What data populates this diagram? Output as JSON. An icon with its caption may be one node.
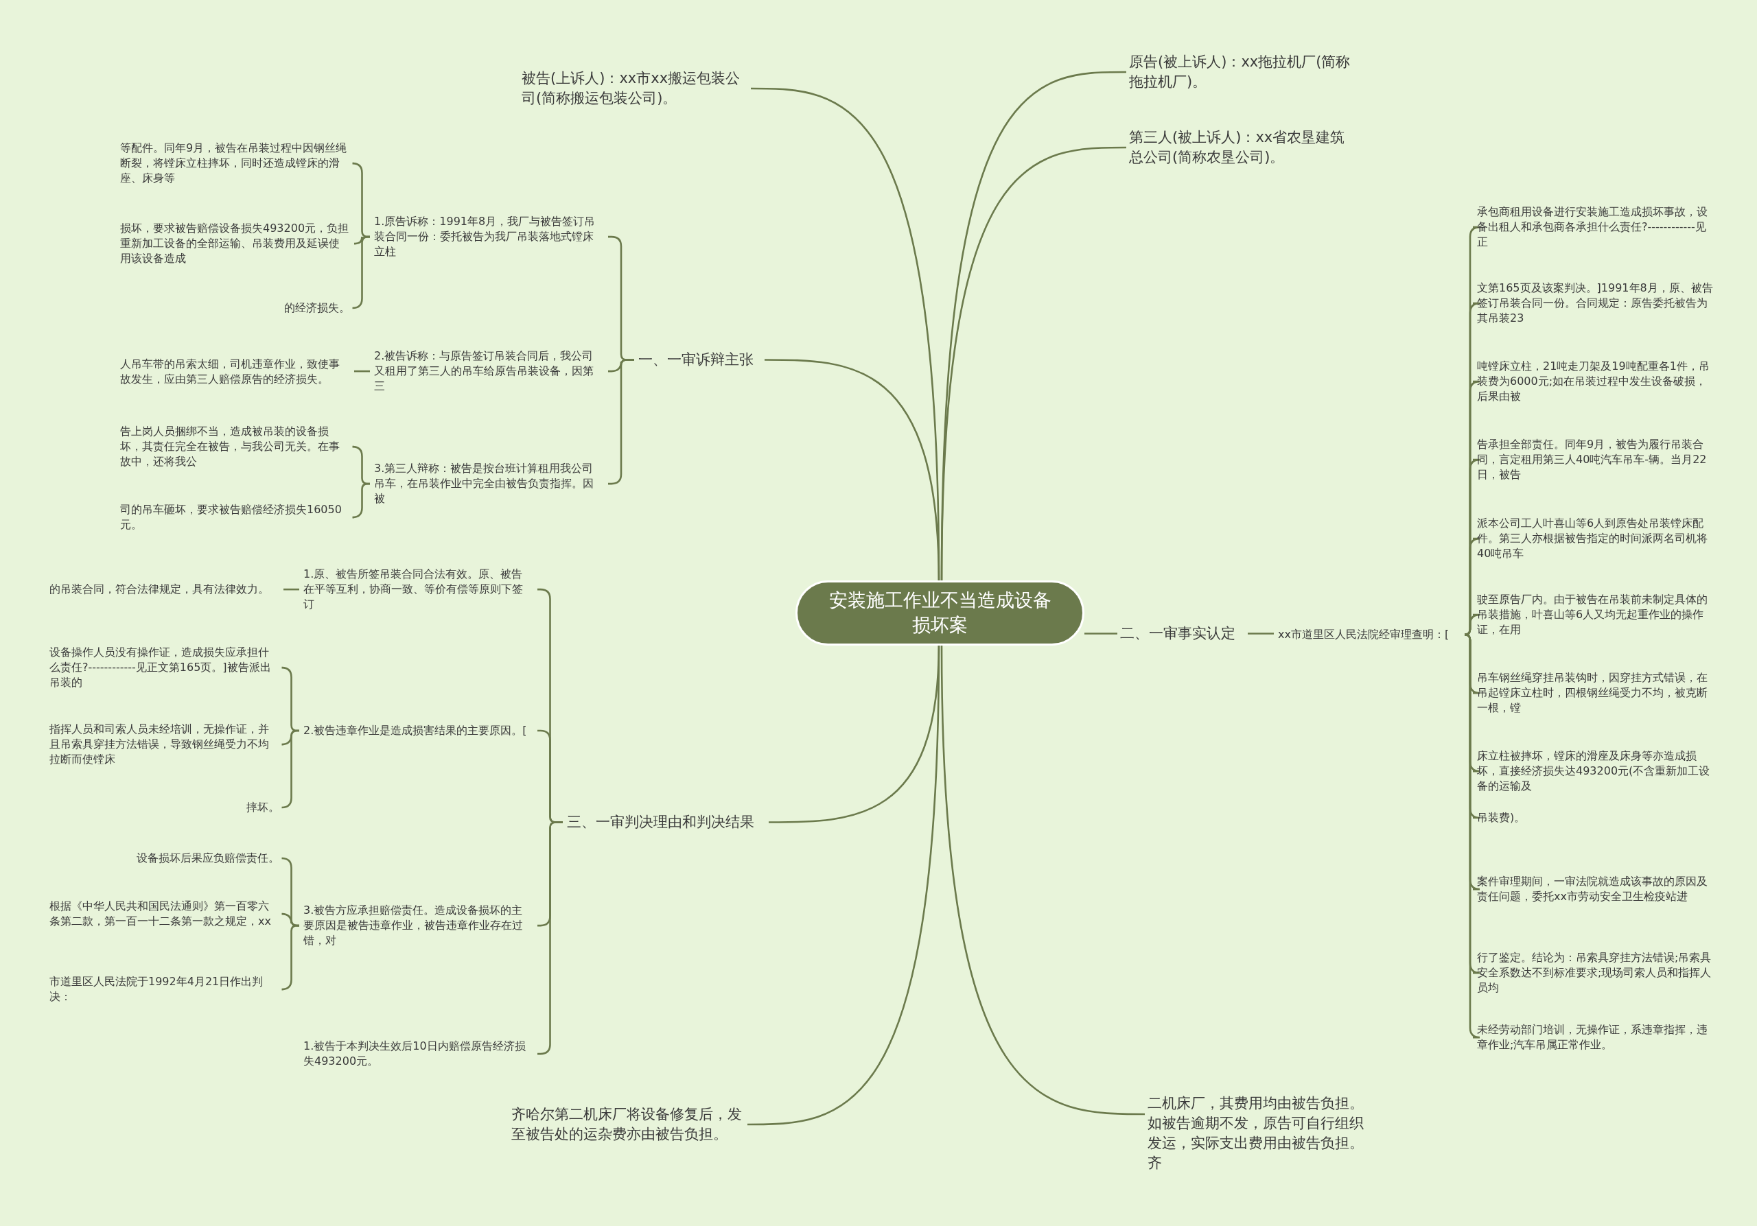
{
  "diagram": {
    "nodes": [
      {
        "text": [
          "安装施工作业不当造成设备损坏案"
        ]
      },
      {
        "text": [
          "被告(上诉人)：xx市xx搬运包装公司(简称搬运包装公司)。"
        ]
      },
      {
        "text": [
          "一、一审诉辩主张"
        ]
      },
      {
        "text": [
          "1.原告诉称：1991年8月，我厂与被告签订吊装合同一份：委托被告为我厂吊装落地式镗床立柱"
        ]
      },
      {
        "text": [
          "等配件。同年9月，被告在吊装过程中因钢丝绳断裂，将镗床立柱摔坏，同时还造成镗床的滑座、床身等"
        ]
      },
      {
        "text": [
          "损坏，要求被告赔偿设备损失493200元，负担重新加工设备的全部运输、吊装费用及延误使用该设备造成"
        ]
      },
      {
        "text": [
          "的经济损失。"
        ]
      },
      {
        "text": [
          "2.被告诉称：与原告签订吊装合同后，我公司又租用了第三人的吊车给原告吊装设备，因第三"
        ]
      },
      {
        "text": [
          "人吊车带的吊索太细，司机违章作业，致使事故发生，应由第三人赔偿原告的经济损失。"
        ]
      },
      {
        "text": [
          "3.第三人辩称：被告是按台班计算租用我公司吊车，在吊装作业中完全由被告负责指挥。因被"
        ]
      },
      {
        "text": [
          "告上岗人员捆绑不当，造成被吊装的设备损坏，其责任完全在被告，与我公司无关。在事故中，还将我公"
        ]
      },
      {
        "text": [
          "司的吊车砸坏，要求被告赔偿经济损失16050元。"
        ]
      },
      {
        "text": [
          "三、一审判决理由和判决结果"
        ]
      },
      {
        "text": [
          "1.原、被告所签吊装合同合法有效。原、被告在平等互利，协商一致、等价有偿等原则下签订"
        ]
      },
      {
        "text": [
          "的吊装合同，符合法律规定，具有法律效力。"
        ]
      },
      {
        "text": [
          "2.被告违章作业是造成损害结果的主要原因。["
        ]
      },
      {
        "text": [
          "设备操作人员没有操作证，造成损失应承担什么责任?------------见正文第165页。]被告派出吊装的"
        ]
      },
      {
        "text": [
          "指挥人员和司索人员未经培训，无操作证，并且吊索具穿挂方法错误，导致钢丝绳受力不均拉断而使镗床"
        ]
      },
      {
        "text": [
          "摔坏。"
        ]
      },
      {
        "text": [
          "3.被告方应承担赔偿责任。造成设备损坏的主要原因是被告违章作业，被告违章作业存在过错，对"
        ]
      },
      {
        "text": [
          "设备损坏后果应负赔偿责任。"
        ]
      },
      {
        "text": [
          "根据《中华人民共和国民法通则》第一百零六条第二款，第一百一十二条第一款之规定，xx"
        ]
      },
      {
        "text": [
          "市道里区人民法院于1992年4月21日作出判决："
        ]
      },
      {
        "text": [
          "1.被告于本判决生效后10日内赔偿原告经济损失493200元。"
        ]
      },
      {
        "text": [
          "齐哈尔第二机床厂将设备修复后，发至被告处的运杂费亦由被告负担。"
        ]
      },
      {
        "text": [
          "原告(被上诉人)：xx拖拉机厂(简称拖拉机厂)。"
        ]
      },
      {
        "text": [
          "第三人(被上诉人)：xx省农垦建筑总公司(简称农垦公司)。"
        ]
      },
      {
        "text": [
          "二、一审事实认定"
        ]
      },
      {
        "text": [
          "xx市道里区人民法院经审理查明：["
        ]
      },
      {
        "text": [
          "承包商租用设备进行安装施工造成损坏事故，设备出租人和承包商各承担什么责任?------------见正"
        ]
      },
      {
        "text": [
          "文第165页及该案判决。]1991年8月，原、被告签订吊装合同一份。合同规定：原告委托被告为其吊装23"
        ]
      },
      {
        "text": [
          "吨镗床立柱，21吨走刀架及19吨配重各1件，吊装费为6000元;如在吊装过程中发生设备破损，后果由被"
        ]
      },
      {
        "text": [
          "告承担全部责任。同年9月，被告为履行吊装合同，言定租用第三人40吨汽车吊车-辆。当月22日，被告"
        ]
      },
      {
        "text": [
          "派本公司工人叶喜山等6人到原告处吊装镗床配件。第三人亦根据被告指定的时间派两名司机将40吨吊车"
        ]
      },
      {
        "text": [
          "驶至原告厂内。由于被告在吊装前未制定具体的吊装措施，叶喜山等6人又均无起重作业的操作证，在用"
        ]
      },
      {
        "text": [
          "吊车钢丝绳穿挂吊装钩时，因穿挂方式错误，在吊起镗床立柱时，四根钢丝绳受力不均，被克断一根，镗"
        ]
      },
      {
        "text": [
          "床立柱被摔坏，镗床的滑座及床身等亦造成损坏，直接经济损失达493200元(不含重新加工设备的运输及"
        ]
      },
      {
        "text": [
          "吊装费)。"
        ]
      },
      {
        "text": [
          "案件审理期间，一审法院就造成该事故的原因及责任问题，委托xx市劳动安全卫生检疫站进"
        ]
      },
      {
        "text": [
          "行了鉴定。结论为：吊索具穿挂方法错误;吊索具安全系数达不到标准要求;现场司索人员和指挥人员均"
        ]
      },
      {
        "text": [
          "未经劳动部门培训，无操作证，系违章指挥，违章作业;汽车吊属正常作业。"
        ]
      },
      {
        "text": [
          "二机床厂，其费用均由被告负担。如被告逾期不发，原告可自行组织发运，实际支出费用由被告负担。齐"
        ]
      }
    ],
    "edges": [
      {
        "from": 0,
        "to": 1,
        "arrow": "none"
      },
      {
        "from": 0,
        "to": 2,
        "arrow": "none"
      },
      {
        "from": 2,
        "to": 3,
        "arrow": "none"
      },
      {
        "from": 3,
        "to": 4,
        "arrow": "none"
      },
      {
        "from": 3,
        "to": 5,
        "arrow": "none"
      },
      {
        "from": 3,
        "to": 6,
        "arrow": "none"
      },
      {
        "from": 2,
        "to": 7,
        "arrow": "none"
      },
      {
        "from": 7,
        "to": 8,
        "arrow": "none"
      },
      {
        "from": 2,
        "to": 9,
        "arrow": "none"
      },
      {
        "from": 9,
        "to": 10,
        "arrow": "none"
      },
      {
        "from": 9,
        "to": 11,
        "arrow": "none"
      },
      {
        "from": 0,
        "to": 12,
        "arrow": "none"
      },
      {
        "from": 12,
        "to": 13,
        "arrow": "none"
      },
      {
        "from": 13,
        "to": 14,
        "arrow": "none"
      },
      {
        "from": 12,
        "to": 15,
        "arrow": "none"
      },
      {
        "from": 15,
        "to": 16,
        "arrow": "none"
      },
      {
        "from": 15,
        "to": 17,
        "arrow": "none"
      },
      {
        "from": 15,
        "to": 18,
        "arrow": "none"
      },
      {
        "from": 12,
        "to": 19,
        "arrow": "none"
      },
      {
        "from": 19,
        "to": 20,
        "arrow": "none"
      },
      {
        "from": 19,
        "to": 21,
        "arrow": "none"
      },
      {
        "from": 19,
        "to": 22,
        "arrow": "none"
      },
      {
        "from": 12,
        "to": 23,
        "arrow": "none"
      },
      {
        "from": 0,
        "to": 24,
        "arrow": "none"
      },
      {
        "from": 0,
        "to": 25,
        "arrow": "none"
      },
      {
        "from": 0,
        "to": 26,
        "arrow": "none"
      },
      {
        "from": 0,
        "to": 27,
        "arrow": "none"
      },
      {
        "from": 27,
        "to": 28,
        "arrow": "none"
      },
      {
        "from": 28,
        "to": 29,
        "arrow": "none"
      },
      {
        "from": 28,
        "to": 30,
        "arrow": "none"
      },
      {
        "from": 28,
        "to": 31,
        "arrow": "none"
      },
      {
        "from": 28,
        "to": 32,
        "arrow": "none"
      },
      {
        "from": 28,
        "to": 33,
        "arrow": "none"
      },
      {
        "from": 28,
        "to": 34,
        "arrow": "none"
      },
      {
        "from": 28,
        "to": 35,
        "arrow": "none"
      },
      {
        "from": 28,
        "to": 36,
        "arrow": "none"
      },
      {
        "from": 28,
        "to": 37,
        "arrow": "none"
      },
      {
        "from": 28,
        "to": 38,
        "arrow": "none"
      },
      {
        "from": 28,
        "to": 39,
        "arrow": "none"
      },
      {
        "from": 28,
        "to": 40,
        "arrow": "none"
      },
      {
        "from": 0,
        "to": 41,
        "arrow": "none"
      }
    ]
  }
}
